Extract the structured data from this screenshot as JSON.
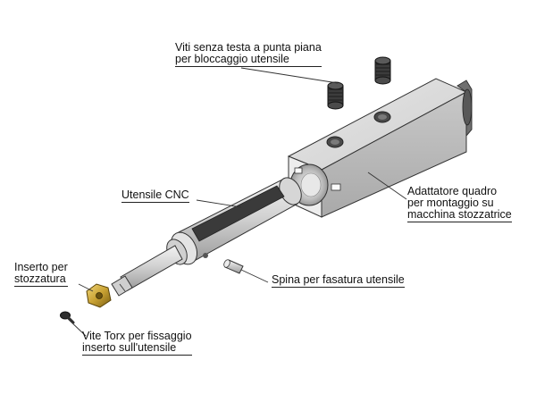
{
  "labels": {
    "set_screws": {
      "line1": "Viti senza testa a punta piana",
      "line2": "per bloccaggio utensile"
    },
    "cnc_tool": {
      "text": "Utensile CNC"
    },
    "square_adapter": {
      "line1": "Adattatore quadro",
      "line2": "per montaggio su",
      "line3": "macchina stozzatrice"
    },
    "insert": {
      "line1": "Inserto per",
      "line2": "stozzatura"
    },
    "pin": {
      "text": "Spina per fasatura utensile"
    },
    "torx_screw": {
      "line1": "Vite Torx per fissaggio",
      "line2": "inserto sull'utensile"
    }
  },
  "colors": {
    "body_steel": "#d9d9d9",
    "dark_steel": "#404040",
    "insert_gold": "#c9a233",
    "background": "#ffffff"
  }
}
